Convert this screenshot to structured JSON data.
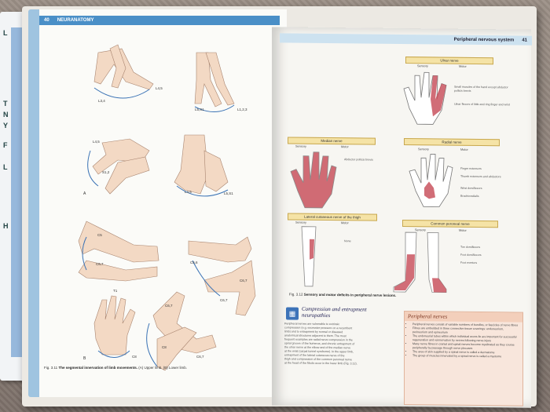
{
  "left_page": {
    "page_number": "40",
    "running_head": "NEURANATOMY",
    "figure_caption_prefix": "Fig. 3.11",
    "figure_caption_bold": "The segmental innervation of limb movements.",
    "figure_caption_tail": "(A) Upper limb. (B) Lower limb.",
    "panel_labels": {
      "a": "A",
      "b": "B"
    },
    "segment_labels": [
      "L3,4",
      "L4,5",
      "L5,S1",
      "L1,2,3",
      "L4,5",
      "S1,2",
      "L4,5",
      "L5,S1",
      "C5",
      "C6,7",
      "C6,7",
      "C5,6",
      "C6,7",
      "C8",
      "T1",
      "C6,7",
      "C8",
      "C6,7"
    ]
  },
  "right_page": {
    "page_number": "41",
    "running_head": "Peripheral nervous system",
    "sensory": "Sensory",
    "motor": "Motor",
    "ulnar": {
      "title": "Ulnar nerve",
      "motor_items": [
        "Small muscles of the hand except abductor pollicis brevis",
        "Ulnar flexors of little and ring finger and wrist"
      ]
    },
    "median": {
      "title": "Median nerve",
      "motor_items": [
        "Abductor pollicis brevis"
      ]
    },
    "radial": {
      "title": "Radial nerve",
      "motor_items": [
        "Finger extensors",
        "Thumb extensors and abductors",
        "Wrist dorsiflexors",
        "Brachioradialis"
      ]
    },
    "lateral_cutaneous": {
      "title": "Lateral cutaneous nerve of the thigh",
      "motor_items": [
        "None"
      ]
    },
    "common_peroneal": {
      "title": "Common peroneal nerve",
      "motor_items": [
        "Toe dorsiflexors",
        "Foot dorsiflexors",
        "Foot evertors"
      ]
    },
    "fig_caption_prefix": "Fig. 3.12",
    "fig_caption_bold": "Sensory and motor deficits in peripheral nerve lesions.",
    "compression": {
      "title_line1": "Compression and entrapment",
      "title_line2": "neuropathies",
      "lines": [
        "Peripheral nerves are vulnerable to extrinsic",
        "compression (e.g. excessive pressure on a recumbent",
        "limb) and to entrapment by normal or diseased",
        "anatomical structures adjacent to them. The most",
        "frequent examples are radial nerve compression in the",
        "spiral groove of the humerus, and chronic entrapment of",
        "the ulnar nerve at the elbow and of the median nerve",
        "at the wrist (carpal tunnel syndrome). In the upper limb,",
        "entrapment of the lateral cutaneous nerve of the",
        "thigh and compression of the common peroneal nerve",
        "at the head of the fibula occur in the lower limb (Fig. 3.12)."
      ]
    },
    "peripheral_box": {
      "title": "Peripheral nerves",
      "items": [
        "Peripheral nerves consist of variable numbers of bundles, or fascicles of nerve fibres",
        "Fibres are embedded in three connective tissue coverings: endoneurium, perineurium and epineurium",
        "The endoneurial tubes within which individual axons lie are important for successful regeneration and reinnervation by nerves following nerve injury",
        "Many nerve fibres in cranial and spinal nerves become myelinated as they course peripherally by passage through nerve plexuses",
        "The area of skin supplied by a spinal nerve is called a dermatome",
        "The group of muscles innervated by a spinal nerve is called a myotome"
      ]
    }
  },
  "back_book_visible": [
    "L",
    "T",
    "N",
    "Y",
    "F",
    "L",
    "H"
  ],
  "colors": {
    "header_blue": "#4a8fc7",
    "deficit_red": "#c9535f",
    "nerve_title": "#f5e3a6",
    "box_pink": "#f8e6dc"
  }
}
